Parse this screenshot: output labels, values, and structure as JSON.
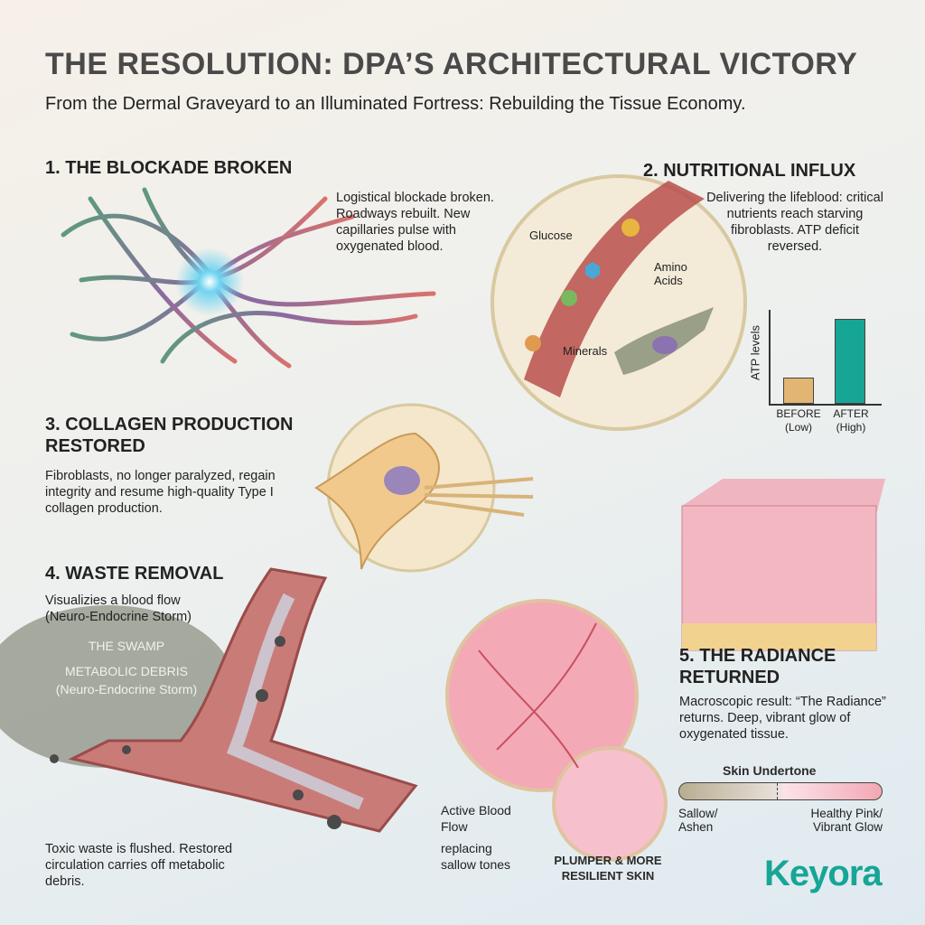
{
  "title": "THE RESOLUTION: DPA’S ARCHITECTURAL VICTORY",
  "subtitle": "From the Dermal Graveyard to an Illuminated Fortress: Rebuilding the Tissue Economy.",
  "s1": {
    "heading": "1. THE BLOCKADE BROKEN",
    "body": "Logistical blockade broken. Roadways rebuilt. New capillaries pulse with oxygenated blood."
  },
  "s2": {
    "heading": "2. NUTRITIONAL INFLUX",
    "body": "Delivering the lifeblood: critical nutrients reach starving fibroblasts. ATP deficit reversed.",
    "labels": {
      "glucose": "Glucose",
      "amino": "Amino Acids",
      "minerals": "Minerals"
    }
  },
  "s3": {
    "heading": "3. COLLAGEN PRODUCTION RESTORED",
    "body": "Fibroblasts, no longer paralyzed, regain integrity and resume high-quality Type I collagen production."
  },
  "s4": {
    "heading": "4. WASTE REMOVAL",
    "body": "Visualizies a blood flow (Neuro-Endocrine Storm)",
    "swamp_title": "THE SWAMP",
    "swamp_label": "METABOLIC DEBRIS",
    "swamp_sub": "(Neuro-Endocrine Storm)",
    "footer": "Toxic waste is flushed. Restored circulation carries off metabolic debris."
  },
  "s5": {
    "heading": "5. THE RADIANCE RETURNED",
    "body": "Macroscopic result: “The Radiance” returns. Deep, vibrant glow of oxygenated tissue.",
    "active_flow": "Active Blood Flow",
    "replacing": "replacing sallow tones",
    "plumper": "PLUMPER & MORE RESILIENT SKIN",
    "undertone": {
      "title": "Skin Undertone",
      "left": "Sallow/ Ashen",
      "right": "Healthy Pink/ Vibrant Glow",
      "colors": [
        "#b8ad90",
        "#f2a8b4"
      ]
    }
  },
  "logo": "Keyora",
  "colors": {
    "teal": "#17a596",
    "before": "#e2b572",
    "after": "#17a596"
  },
  "chart_data": {
    "type": "bar",
    "ylabel": "ATP levels",
    "categories": [
      "BEFORE (Low)",
      "AFTER (High)"
    ],
    "cat_lines": [
      [
        "BEFORE",
        "(Low)"
      ],
      [
        "AFTER",
        "(High)"
      ]
    ],
    "values": [
      0.28,
      0.9
    ],
    "ylim": [
      0,
      1
    ]
  }
}
